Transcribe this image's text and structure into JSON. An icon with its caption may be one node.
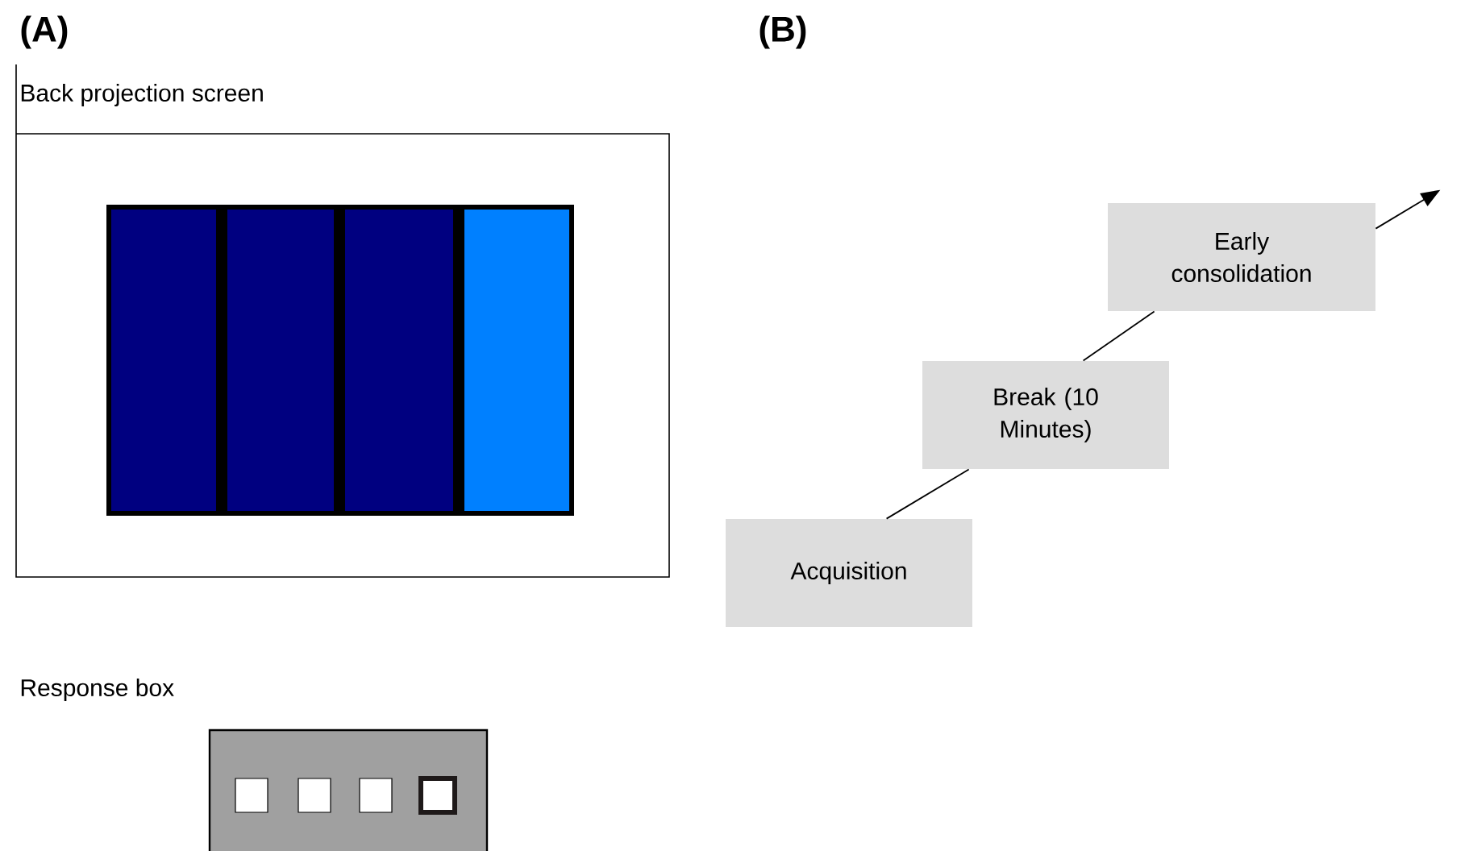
{
  "diagram": {
    "nodes": [
      {
        "text": [
          "Acquisition"
        ]
      },
      {
        "text": [
          "Break (10 Minutes)"
        ]
      },
      {
        "text": [
          "Early consolidation"
        ]
      }
    ],
    "edges": [
      {
        "from": 0,
        "to": 1,
        "arrow": "none"
      },
      {
        "from": 1,
        "to": 2,
        "arrow": "none"
      },
      {
        "from": 2,
        "to": null,
        "arrow": "to"
      }
    ],
    "labels": [
      "(A)",
      "Back projection screen",
      "(B)",
      "Response box"
    ]
  }
}
